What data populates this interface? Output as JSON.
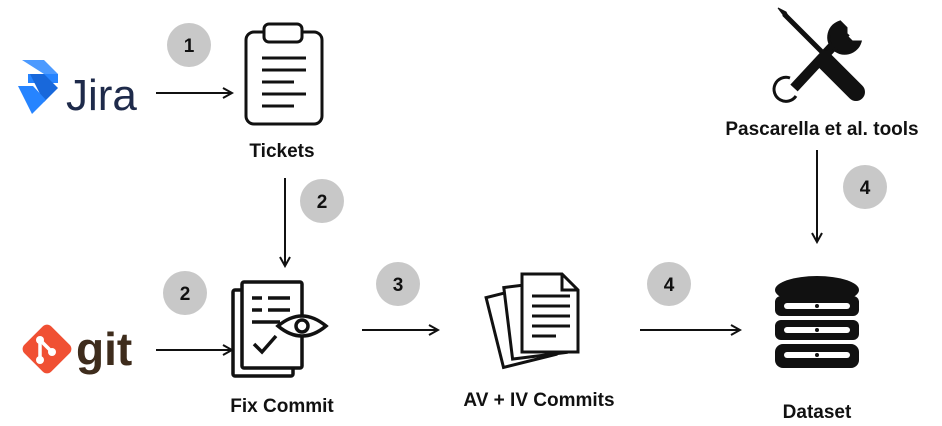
{
  "nodes": {
    "jira": "Jira",
    "git": "git",
    "tickets": "Tickets",
    "fix_commit": "Fix Commit",
    "av_iv_commits": "AV + IV Commits",
    "tools": "Pascarella et al. tools",
    "dataset": "Dataset"
  },
  "steps": {
    "jira_to_tickets": "1",
    "tickets_to_fix": "2",
    "git_to_fix": "2",
    "fix_to_commits": "3",
    "commits_to_dataset": "4",
    "tools_to_dataset": "4"
  },
  "colors": {
    "jira_blue": "#2684ff",
    "git_orange": "#f05033",
    "git_text": "#3e2c1c",
    "step_badge": "#c8c8c8",
    "stroke": "#111111"
  }
}
